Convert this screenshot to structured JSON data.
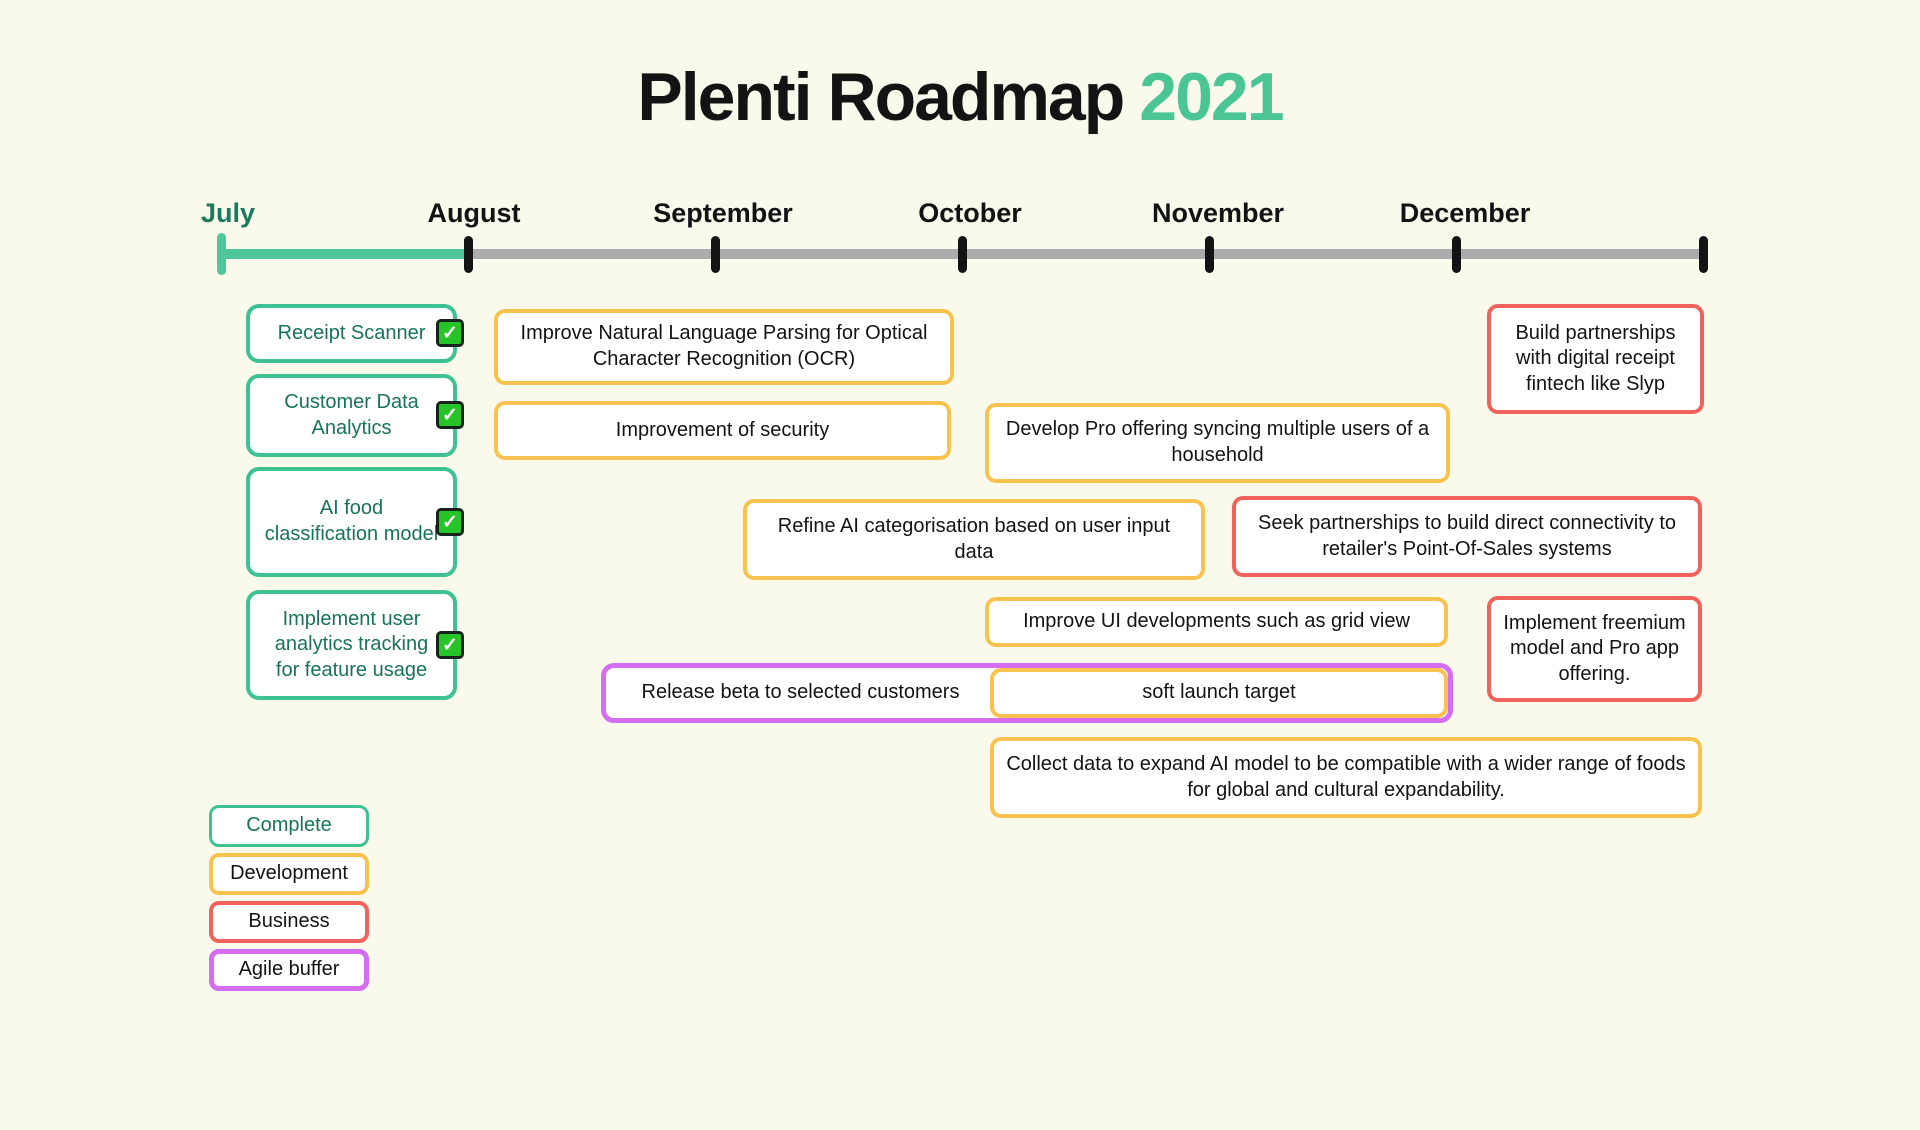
{
  "title": {
    "main": "Plenti Roadmap",
    "year": "2021"
  },
  "timeline": {
    "months": [
      "July",
      "August",
      "September",
      "October",
      "November",
      "December"
    ]
  },
  "tasks": {
    "receipt_scanner": {
      "label": "Receipt Scanner",
      "status": "Complete",
      "checked": true
    },
    "customer_data_analytics": {
      "label": "Customer Data Analytics",
      "status": "Complete",
      "checked": true
    },
    "ai_food_model": {
      "label": "AI food classification model",
      "status": "Complete",
      "checked": true
    },
    "user_analytics_tracking": {
      "label": "Implement user analytics tracking for feature usage",
      "status": "Complete",
      "checked": true
    },
    "ocr_parsing": {
      "label": "Improve Natural Language Parsing for Optical Character Recognition (OCR)",
      "status": "Development"
    },
    "security_improvement": {
      "label": "Improvement of security",
      "status": "Development"
    },
    "pro_offering": {
      "label": "Develop Pro offering syncing multiple users of a household",
      "status": "Development"
    },
    "refine_ai_categorisation": {
      "label": "Refine AI categorisation based on user input data",
      "status": "Development"
    },
    "seek_pos_partnerships": {
      "label": "Seek partnerships to build direct connectivity to retailer's Point-Of-Sales systems",
      "status": "Business"
    },
    "slyp_partnerships": {
      "label": "Build partnerships with digital receipt fintech like Slyp",
      "status": "Business"
    },
    "ui_grid_view": {
      "label": "Improve UI developments such as grid view",
      "status": "Development"
    },
    "release_beta": {
      "label": "Release beta to selected customers",
      "status": "Agile buffer"
    },
    "soft_launch": {
      "label": "soft launch target",
      "status": "Development"
    },
    "collect_data": {
      "label": "Collect data to expand AI model to be compatible with a wider range of foods for global and cultural expandability.",
      "status": "Development"
    },
    "freemium_model": {
      "label": "Implement freemium model and Pro app offering.",
      "status": "Business"
    }
  },
  "legend": {
    "items": [
      {
        "label": "Complete",
        "color": "#3ec291"
      },
      {
        "label": "Development",
        "color": "#f7c24e"
      },
      {
        "label": "Business",
        "color": "#f0625c"
      },
      {
        "label": "Agile buffer",
        "color": "#d46df2"
      }
    ]
  },
  "icons": {
    "check": "✓"
  },
  "colors": {
    "background": "#f9faec",
    "mint_green": "#3ec291",
    "dark_green_text": "#17735a",
    "title_year_green": "#4cc594",
    "yellow": "#f7c24e",
    "red": "#f0625c",
    "purple": "#d46df2",
    "checkbox_green": "#26c329",
    "timeline_gray": "#acacac",
    "text_black": "#131313"
  }
}
